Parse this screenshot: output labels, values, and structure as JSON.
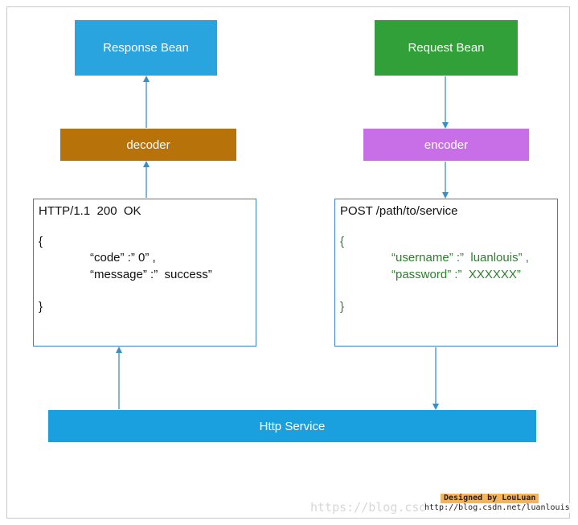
{
  "boxes": {
    "response_bean": "Response Bean",
    "request_bean": "Request Bean",
    "decoder": "decoder",
    "encoder": "encoder",
    "http_service": "Http Service"
  },
  "response_panel": {
    "status_line": "HTTP/1.1  200  OK",
    "open_brace": "{",
    "line1": "“code” :” 0” ,",
    "line2": "“message” :”  success”",
    "close_brace": "}"
  },
  "request_panel": {
    "request_line": "POST /path/to/service",
    "open_brace": "{",
    "line1": "“username” :”  luanlouis” ,",
    "line2": "“password” :”  XXXXXX”",
    "close_brace": "}"
  },
  "watermark": {
    "text": "https://blog.csdn.net/",
    "designed_by": "Designed by LouLuan",
    "url": "http://blog.csdn.net/luanlouis"
  },
  "colors": {
    "response_bean": "#2aa4de",
    "request_bean": "#31a038",
    "decoder": "#b8720a",
    "encoder": "#c86ee6",
    "http_service": "#1aa0df",
    "arrow": "#3a8ec7",
    "request_json_text": "#2f7d2f"
  }
}
